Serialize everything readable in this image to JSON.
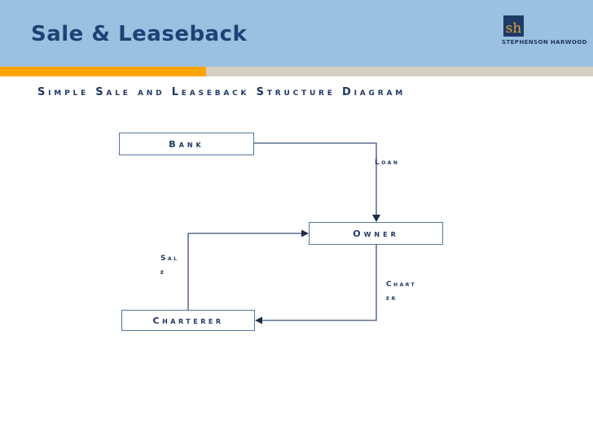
{
  "slide": {
    "title": "Sale & Leaseback",
    "subtitle": "Simple Sale and Leaseback Structure Diagram"
  },
  "logo": {
    "monogram": "sh",
    "company": "STEPHENSON HARWOOD"
  },
  "diagram": {
    "nodes": {
      "bank": "Bank",
      "owner": "Owner",
      "charterer": "Charterer"
    },
    "edges": {
      "loan": {
        "label": "Loan",
        "from": "Bank",
        "to": "Owner"
      },
      "sale": {
        "label_line1": "Sal",
        "label_line2": "e",
        "from": "Charterer",
        "to": "Owner"
      },
      "charter": {
        "label_line1": "Chart",
        "label_line2": "er",
        "from": "Owner",
        "to": "Charterer"
      }
    }
  },
  "colors": {
    "header_bg": "#9BC1E1",
    "accent_orange": "#FFA400",
    "band_beige": "#D6CFC4",
    "navy": "#1F3864",
    "title": "#1C4375",
    "logo_square": "#1F3A64",
    "logo_gold": "#DCA13E",
    "box_border": "#53779C",
    "connector": "#3A5273",
    "arrowhead": "#1B2C45"
  }
}
